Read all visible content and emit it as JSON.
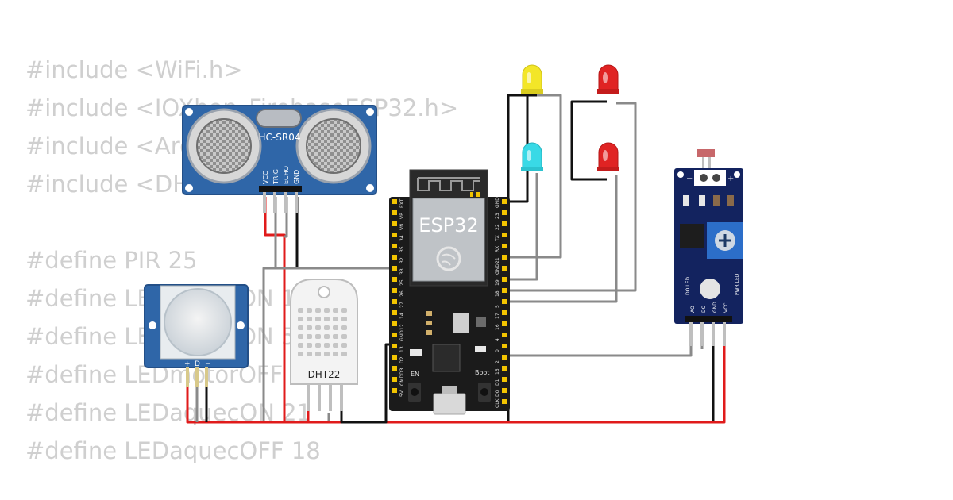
{
  "code_lines": [
    "#include <WiFi.h>",
    "#include <IOXhop_FirebaseESP32.h>",
    "#include <ArduinoJson.h>",
    "#include <DHT.h>",
    "",
    "#define PIR 25",
    "#define LEDmotorON 19",
    "#define LEDmotorON 5",
    "#define LEDmotorOFF 5",
    "#define LEDaquecON 21",
    "#define LEDaquecOFF 18"
  ],
  "components": {
    "ultrasonic": {
      "label": "HC-SR04",
      "pins": [
        "VCC",
        "TRIG",
        "ECHO",
        "GND"
      ]
    },
    "esp32": {
      "label": "ESP32",
      "left_pins": [
        "EXT",
        "VP",
        "VN",
        "34",
        "35",
        "32",
        "33",
        "25",
        "26",
        "27",
        "14",
        "12",
        "GND",
        "13",
        "D2",
        "D3",
        "CMD",
        "5V"
      ],
      "right_pins": [
        "GND",
        "23",
        "22",
        "TX",
        "RX",
        "21",
        "GND",
        "19",
        "18",
        "5",
        "17",
        "16",
        "4",
        "0",
        "2",
        "15",
        "D1",
        "D0",
        "CLK"
      ],
      "button_labels": [
        "EN",
        "Boot"
      ]
    },
    "pir": {
      "pins": [
        "+",
        "D",
        "−"
      ]
    },
    "dht": {
      "label": "DHT22"
    },
    "ldr_module": {
      "top_pins": [
        "−",
        "+"
      ],
      "labels": [
        "DO LED",
        "PWR LED",
        "AO",
        "DO",
        "GND",
        "VCC"
      ]
    },
    "leds": [
      {
        "color": "yellow"
      },
      {
        "color": "cyan"
      },
      {
        "color": "red"
      },
      {
        "color": "red"
      }
    ]
  },
  "colors": {
    "code_text": "#cfcfcf",
    "wire_gray": "#8a8a8a",
    "wire_black": "#111111",
    "wire_red": "#e01b1b",
    "board_blue": "#2f66a8",
    "esp_black": "#1b1b1b",
    "pin_gold": "#f2c400",
    "led_yellow": "#f3e628",
    "led_cyan": "#39d9e6",
    "led_red": "#e02323",
    "ldr_blue": "#13235f"
  }
}
